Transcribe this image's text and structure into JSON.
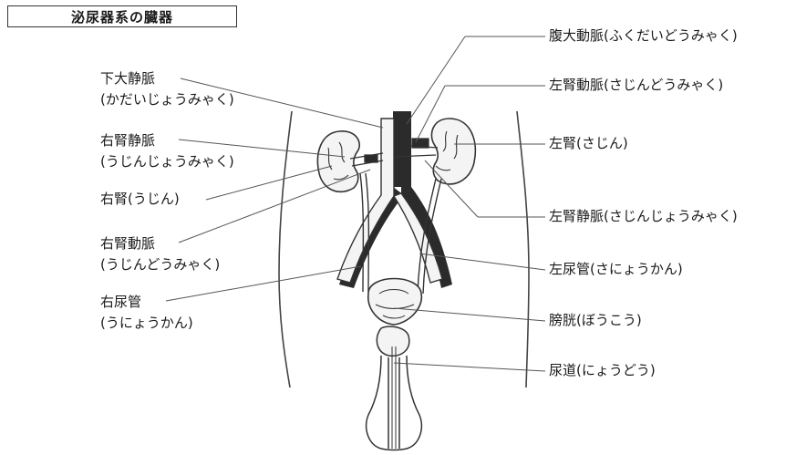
{
  "title": "泌尿器系の臓器",
  "labels": {
    "ivc": {
      "name": "下大静脈",
      "reading": "(かだいじょうみゃく)"
    },
    "r_renal_vein": {
      "name": "右腎静脈",
      "reading": "(うじんじょうみゃく)"
    },
    "r_kidney": {
      "text": "右腎(うじん)"
    },
    "r_renal_artery": {
      "name": "右腎動脈",
      "reading": "(うじんどうみゃく)"
    },
    "r_ureter": {
      "name": "右尿管",
      "reading": "(うにょうかん)"
    },
    "aorta": {
      "text": "腹大動脈(ふくだいどうみゃく)"
    },
    "l_renal_artery": {
      "text": "左腎動脈(さじんどうみゃく)"
    },
    "l_kidney": {
      "text": "左腎(さじん)"
    },
    "l_renal_vein": {
      "text": "左腎静脈(さじんじょうみゃく)"
    },
    "l_ureter": {
      "text": "左尿管(さにょうかん)"
    },
    "bladder": {
      "text": "膀胱(ぼうこう)"
    },
    "urethra": {
      "text": "尿道(にょうどう)"
    }
  },
  "colors": {
    "line": "#333333",
    "vessel_dark": "#2b2b2b",
    "organ_fill": "#f4f4f4",
    "leader": "#555555"
  }
}
